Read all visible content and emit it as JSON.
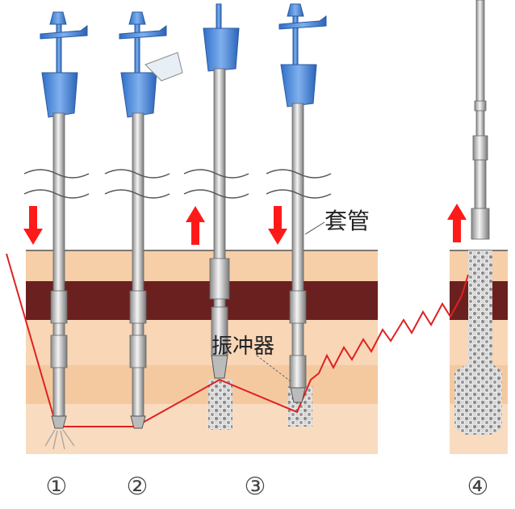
{
  "labels": {
    "casing": "套管",
    "vibrator": "振冲器"
  },
  "steps": [
    "①",
    "②",
    "③",
    "④"
  ],
  "colors": {
    "soil_light": "#f9d9b8",
    "soil_mid": "#f2bf95",
    "soil_dark_layer": "#6b2020",
    "arrow": "#ff1a1a",
    "crane_blue": "#3d7fd6",
    "zigzag": "#e02020",
    "gravel": "#9a9a9a"
  }
}
